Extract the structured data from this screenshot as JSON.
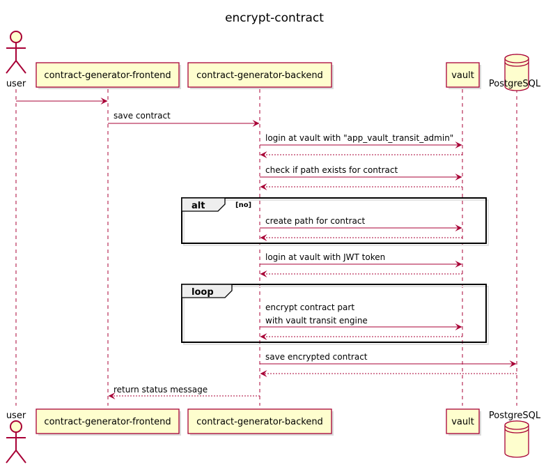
{
  "title": "encrypt-contract",
  "colors": {
    "accent": "#A80036",
    "participant_fill": "#FEFECE",
    "fragment_header": "#EEEEEE",
    "frame": "#000000"
  },
  "participants": {
    "user": {
      "label": "user",
      "icon": "actor-icon"
    },
    "frontend": {
      "label": "contract-generator-frontend"
    },
    "backend": {
      "label": "contract-generator-backend"
    },
    "vault": {
      "label": "vault"
    },
    "postgres": {
      "label": "PostgreSQL",
      "icon": "database-icon"
    }
  },
  "messages": [
    {
      "from": "user",
      "to": "frontend",
      "text": "",
      "style": "solid"
    },
    {
      "from": "frontend",
      "to": "backend",
      "text": "save contract",
      "style": "solid"
    },
    {
      "from": "backend",
      "to": "vault",
      "text": "login at vault with \"app_vault_transit_admin\"",
      "style": "solid"
    },
    {
      "from": "vault",
      "to": "backend",
      "text": "",
      "style": "dashed"
    },
    {
      "from": "backend",
      "to": "vault",
      "text": "check if path exists for contract",
      "style": "solid"
    },
    {
      "from": "vault",
      "to": "backend",
      "text": "",
      "style": "dashed"
    },
    {
      "from": "backend",
      "to": "vault",
      "text": "create path  for contract",
      "style": "solid"
    },
    {
      "from": "vault",
      "to": "backend",
      "text": "",
      "style": "dashed"
    },
    {
      "from": "backend",
      "to": "vault",
      "text": "login at vault with JWT token",
      "style": "solid"
    },
    {
      "from": "vault",
      "to": "backend",
      "text": "",
      "style": "dashed"
    },
    {
      "from": "backend",
      "to": "vault",
      "text": "encrypt contract part\n with vault transit engine",
      "style": "solid"
    },
    {
      "from": "vault",
      "to": "backend",
      "text": "",
      "style": "dashed"
    },
    {
      "from": "backend",
      "to": "postgres",
      "text": "save encrypted contract",
      "style": "solid"
    },
    {
      "from": "postgres",
      "to": "backend",
      "text": "",
      "style": "dashed"
    },
    {
      "from": "backend",
      "to": "frontend",
      "text": "return status message",
      "style": "dashed"
    }
  ],
  "fragments": [
    {
      "kind": "alt",
      "label": "alt",
      "condition": "[no]"
    },
    {
      "kind": "loop",
      "label": "loop",
      "condition": ""
    }
  ]
}
